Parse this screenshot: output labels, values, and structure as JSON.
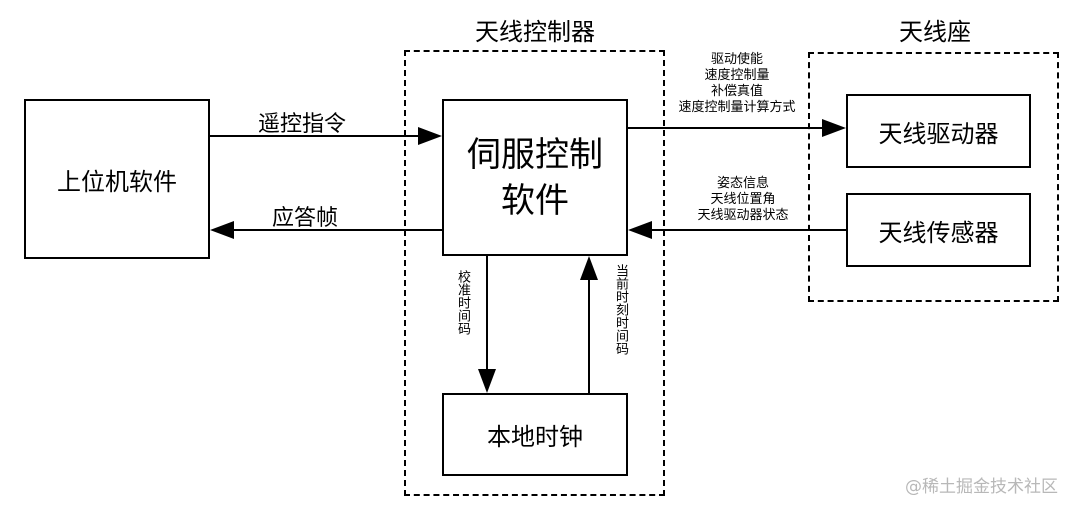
{
  "groups": {
    "controller_title": "天线控制器",
    "pedestal_title": "天线座"
  },
  "nodes": {
    "host_software": "上位机软件",
    "servo_line1": "伺服控制",
    "servo_line2": "软件",
    "local_clock": "本地时钟",
    "antenna_driver": "天线驱动器",
    "antenna_sensor": "天线传感器"
  },
  "edges": {
    "remote_command": "遥控指令",
    "response_frame": "应答帧",
    "calib_time_code": "校准时间码",
    "current_time_code": "当前时刻时间码",
    "drive_lines": [
      "驱动使能",
      "速度控制量",
      "补偿真值",
      "速度控制量计算方式"
    ],
    "sensor_lines": [
      "姿态信息",
      "天线位置角",
      "天线驱动器状态"
    ]
  },
  "watermark": "@稀土掘金技术社区"
}
